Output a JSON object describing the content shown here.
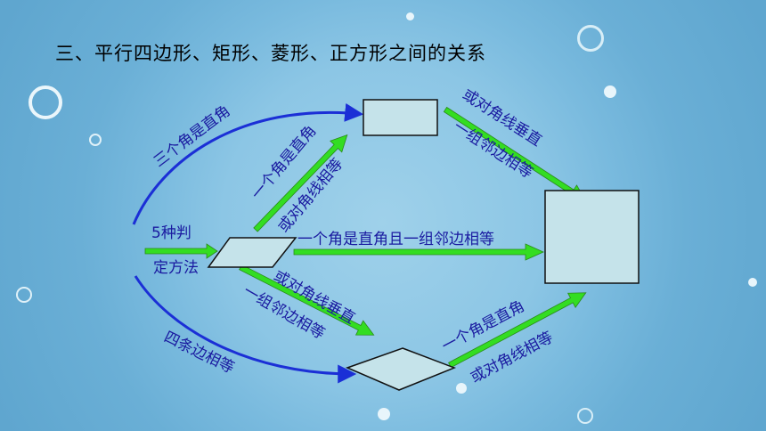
{
  "title": "三、平行四边形、矩形、菱形、正方形之间的关系",
  "labels": {
    "three_right_angles": "三个角是直角",
    "one_right_angle_top": "一个角是直角",
    "diag_equal_top": "或对角线相等",
    "diag_perp_top": "或对角线垂直",
    "adj_equal_top": "一组邻边相等",
    "five_methods_1": "5种判",
    "five_methods_2": "定方法",
    "right_and_adj": "一个角是直角且一组邻边相等",
    "diag_perp_bottom": "或对角线垂直",
    "adj_equal_bottom": "一组邻边相等",
    "four_sides_equal": "四条边相等",
    "one_right_angle_bottom": "一个角是直角",
    "diag_equal_bottom": "或对角线相等"
  },
  "colors": {
    "shape_fill": "#c5e3ea",
    "blue_arrow": "#1b2fd6",
    "green_arrow": "#33dd22",
    "label": "#1a1aa0"
  }
}
